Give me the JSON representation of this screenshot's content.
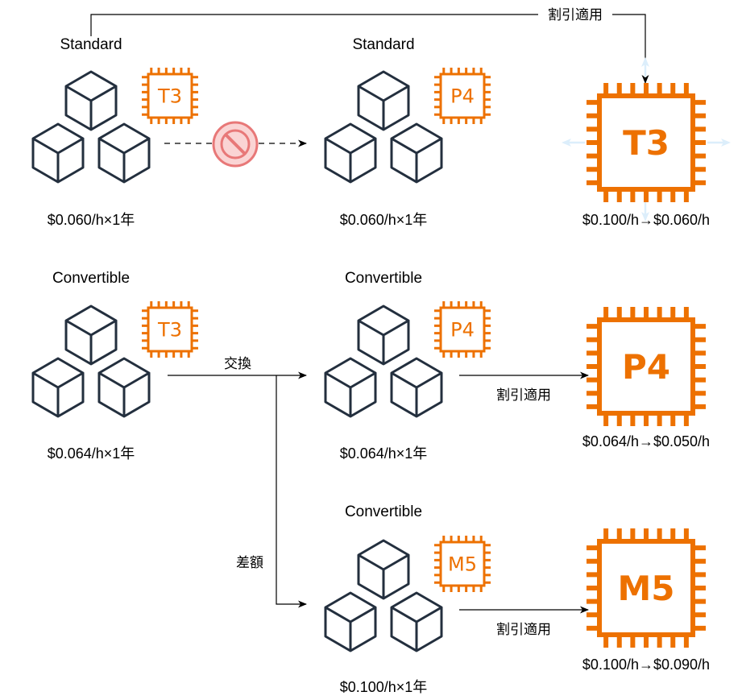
{
  "nodes": {
    "std_t3": {
      "plan": "Standard",
      "chip": "T3",
      "price": "$0.060/h×1年"
    },
    "std_p4": {
      "plan": "Standard",
      "chip": "P4",
      "price": "$0.060/h×1年"
    },
    "big_t3": {
      "chip": "T3",
      "price": "$0.100/h→$0.060/h"
    },
    "conv_t3": {
      "plan": "Convertible",
      "chip": "T3",
      "price": "$0.064/h×1年"
    },
    "conv_p4": {
      "plan": "Convertible",
      "chip": "P4",
      "price": "$0.064/h×1年"
    },
    "big_p4": {
      "chip": "P4",
      "price": "$0.064/h→$0.050/h"
    },
    "conv_m5": {
      "plan": "Convertible",
      "chip": "M5",
      "price": "$0.100/h×1年"
    },
    "big_m5": {
      "chip": "M5",
      "price": "$0.100/h→$0.090/h"
    }
  },
  "edges": {
    "top_discount": "割引適用",
    "exchange": "交換",
    "difference": "差額",
    "discount_p4": "割引適用",
    "discount_m5": "割引適用"
  },
  "colors": {
    "chip": "#ED7100",
    "cube_stroke": "#232F3E",
    "no_sign_stroke": "#E87878",
    "no_sign_fill": "#FAD4D4",
    "resize_arrow": "#DCEEFB"
  },
  "icons": {
    "cube": "instance-cubes-icon",
    "chip": "processor-chip-icon",
    "blocked": "no-entry-icon"
  }
}
